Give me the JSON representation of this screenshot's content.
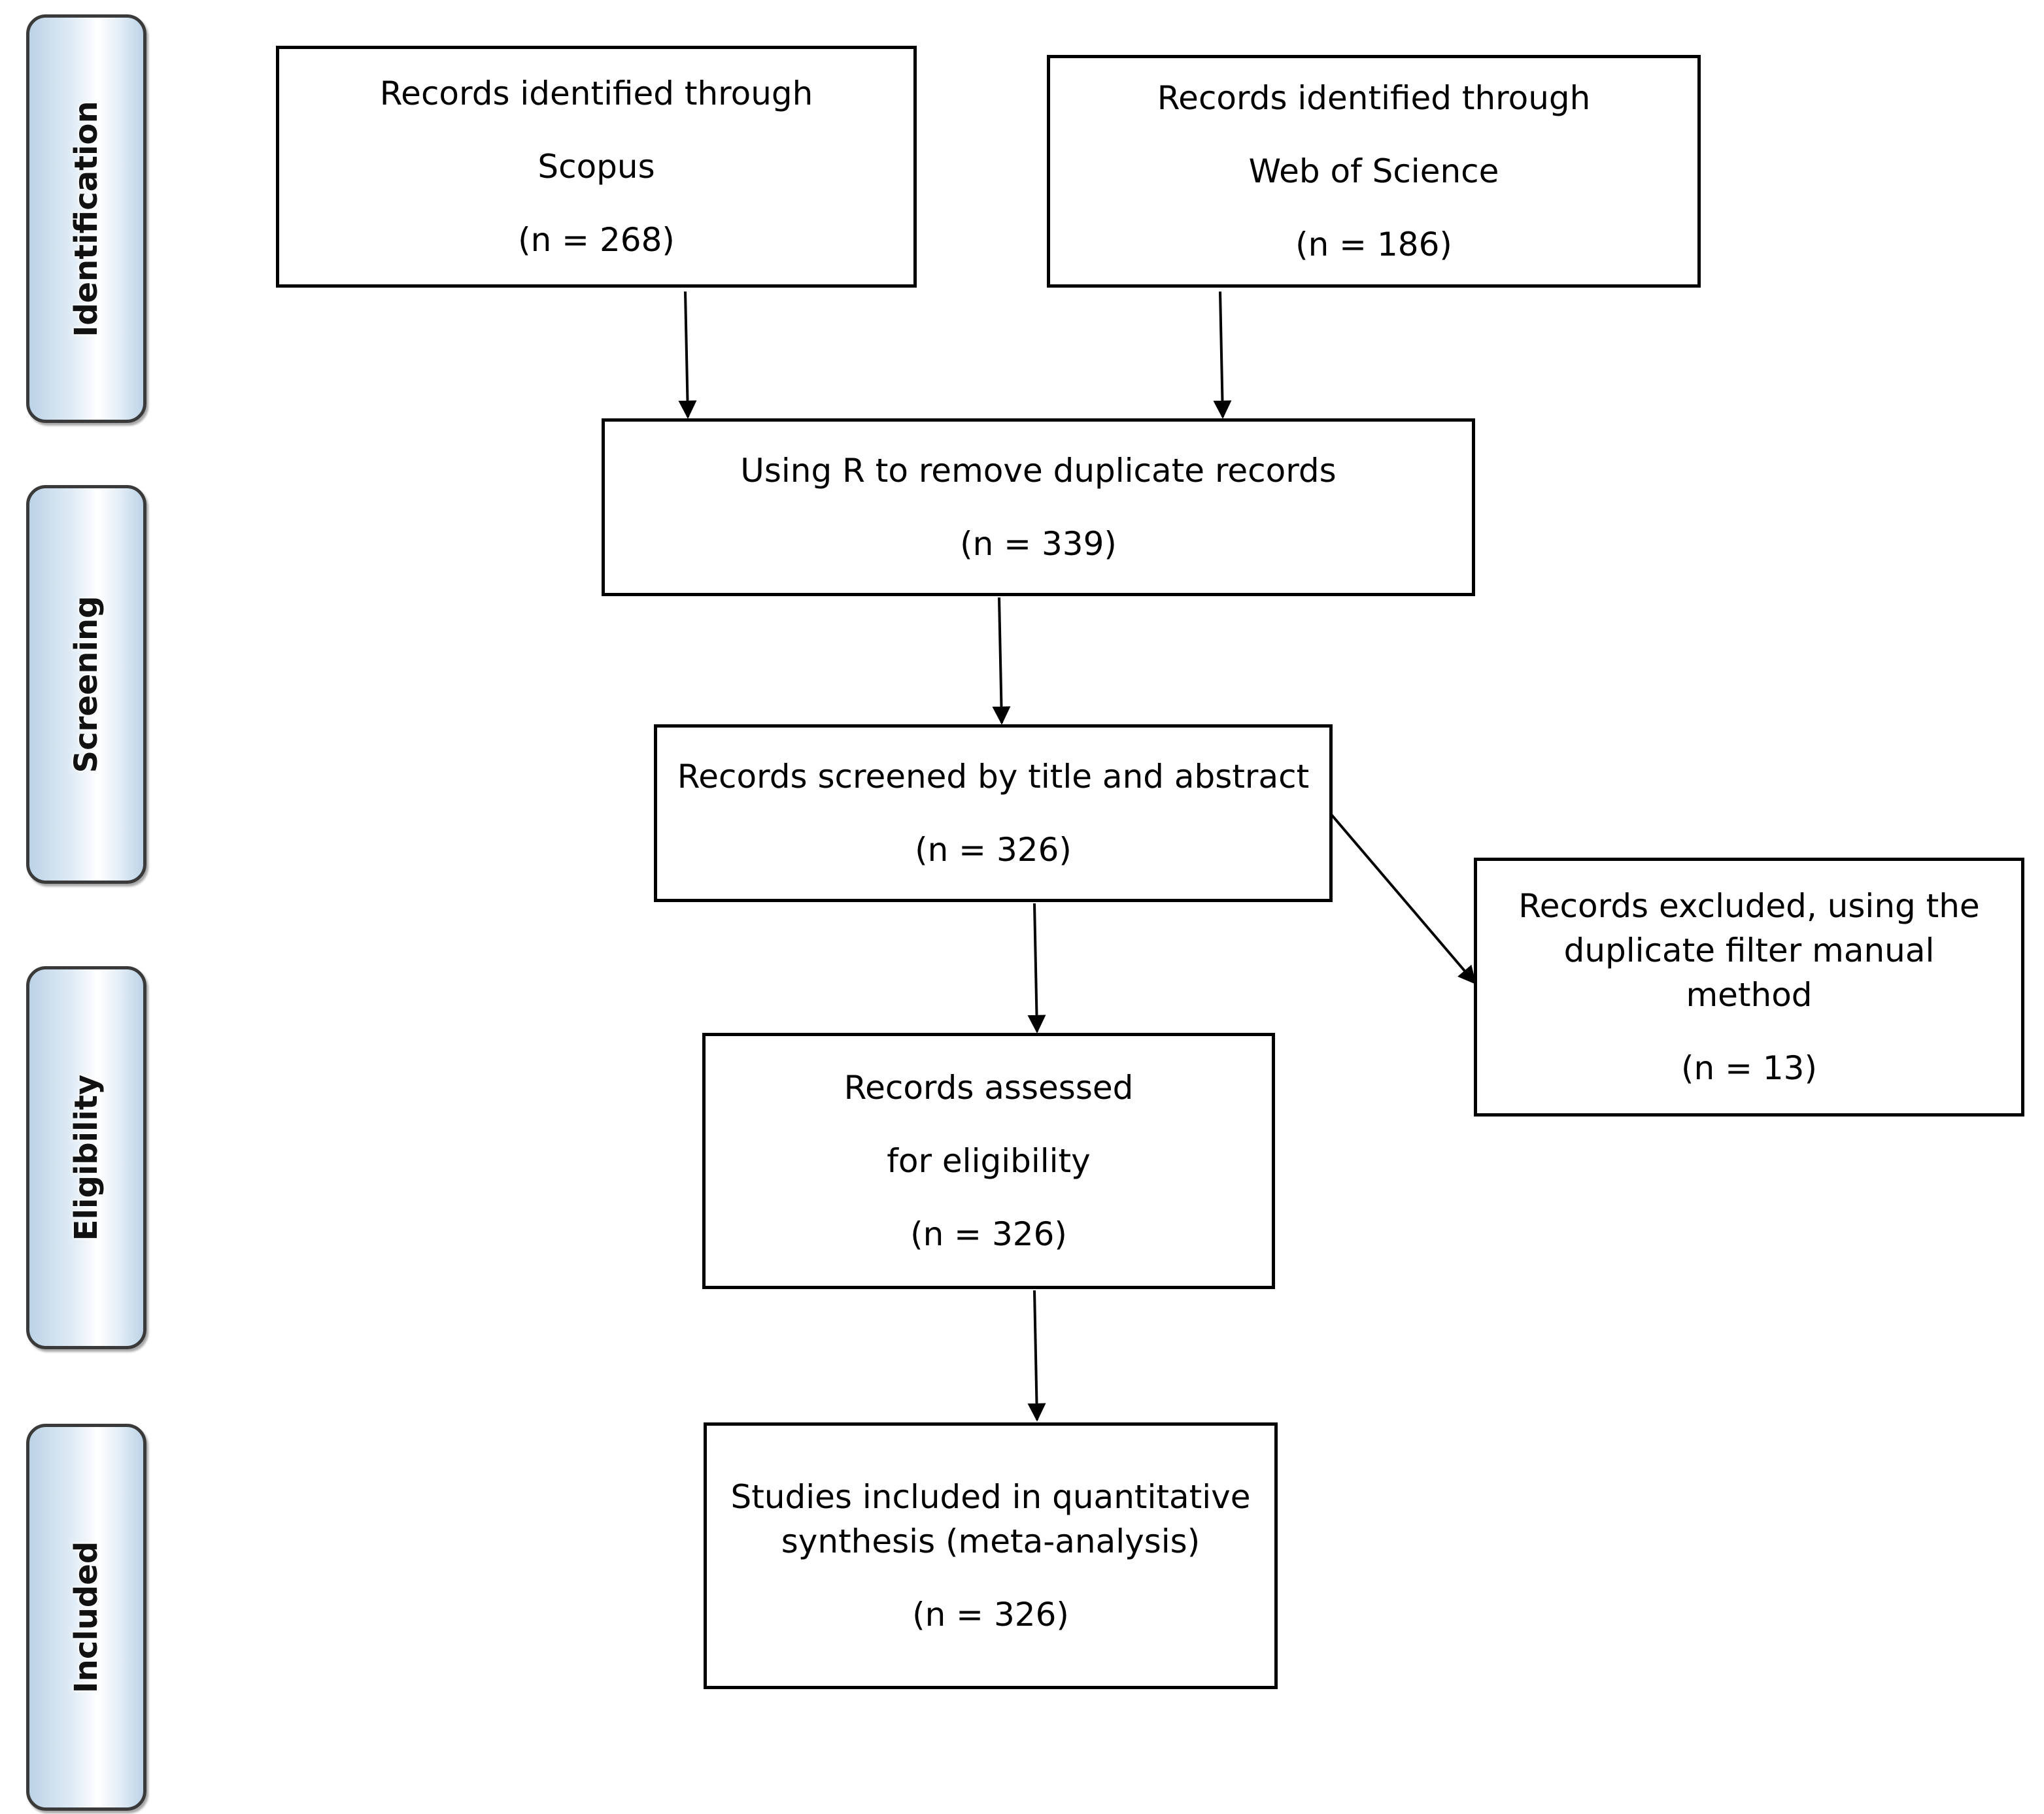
{
  "stages": [
    {
      "id": "identification",
      "label": "Identification"
    },
    {
      "id": "screening",
      "label": "Screening"
    },
    {
      "id": "eligibility",
      "label": "Eligibility"
    },
    {
      "id": "included",
      "label": "Included"
    }
  ],
  "boxes": {
    "scopus": {
      "line1": "Records identified through",
      "line2": "Scopus",
      "count": "(n = 268)"
    },
    "wos": {
      "line1": "Records identified through",
      "line2": "Web of Science",
      "count": "(n = 186)"
    },
    "dedup": {
      "line1": "Using R to remove duplicate records",
      "count": "(n = 339)"
    },
    "screened": {
      "line1": "Records screened by title and abstract",
      "count": "(n = 326)"
    },
    "excluded": {
      "line1": "Records excluded, using the",
      "line2": "duplicate filter manual",
      "line3": "method",
      "count": "(n = 13)"
    },
    "eligibility": {
      "line1": "Records assessed",
      "line2": "for eligibility",
      "count": "(n = 326)"
    },
    "included": {
      "line1": "Studies  included in quantitative",
      "line2": "synthesis (meta-analysis)",
      "count": "(n = 326)"
    }
  },
  "colors": {
    "stage_fill": "#bcd3e6",
    "stage_border": "#3a3a3a",
    "box_border": "#000000"
  }
}
